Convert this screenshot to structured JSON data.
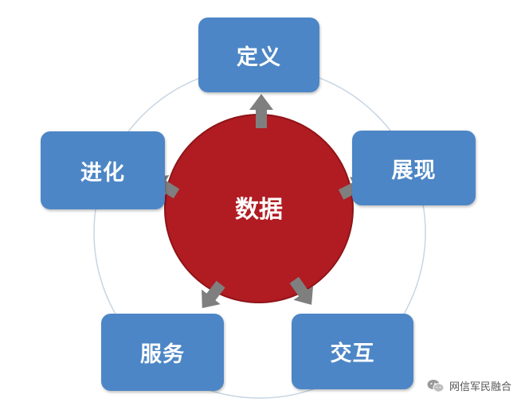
{
  "center": {
    "label": "数据",
    "color": "#b01c22"
  },
  "nodes": [
    {
      "id": "define",
      "label": "定义"
    },
    {
      "id": "display",
      "label": "展现"
    },
    {
      "id": "interact",
      "label": "交互"
    },
    {
      "id": "service",
      "label": "服务"
    },
    {
      "id": "evolve",
      "label": "进化"
    }
  ],
  "node_color": "#4d86c6",
  "arrow_color": "#7f7f7f",
  "ring_color": "#c7d5e3",
  "watermark": {
    "text": "网信军民融合",
    "icon": "wechat-icon"
  }
}
